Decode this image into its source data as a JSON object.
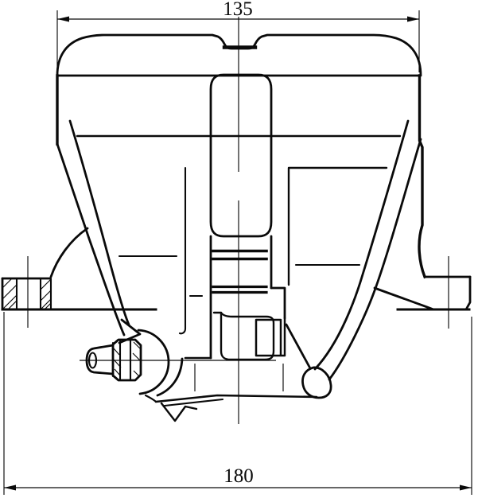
{
  "drawing": {
    "title": "caliper-front-view-technical-drawing",
    "background_color": "#ffffff",
    "line_color": "#0a0a0a",
    "dimensions": {
      "top_width": "135",
      "bottom_width": "180"
    }
  }
}
